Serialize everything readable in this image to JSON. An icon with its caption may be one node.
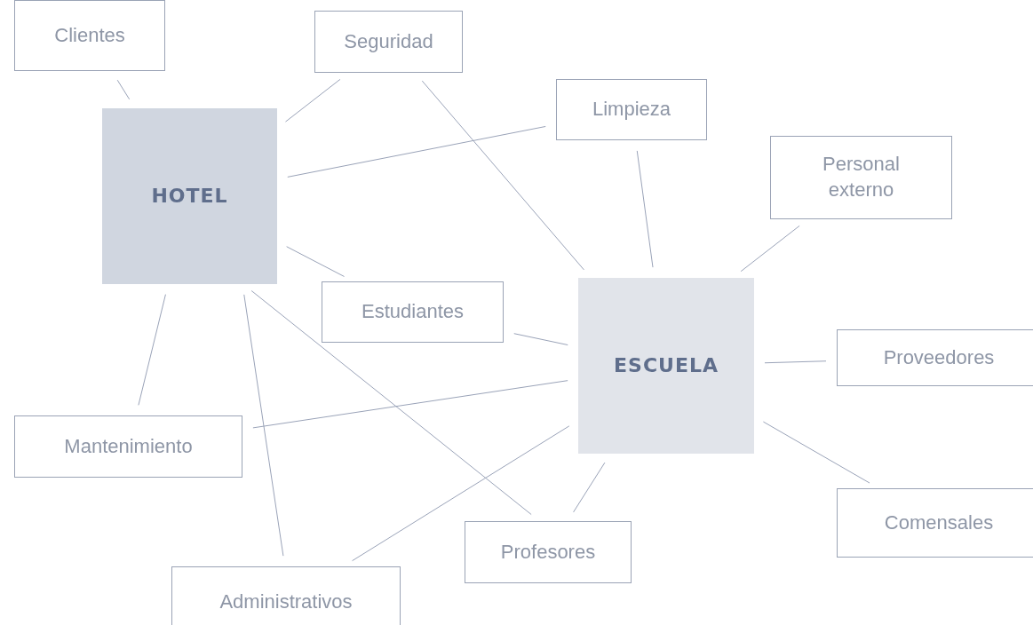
{
  "diagram": {
    "nodes": [
      {
        "text": [
          "Clientes"
        ]
      },
      {
        "text": [
          "Seguridad"
        ]
      },
      {
        "text": [
          "HOTEL"
        ]
      },
      {
        "text": [
          "Limpieza"
        ]
      },
      {
        "text": [
          "Personal externo"
        ]
      },
      {
        "text": [
          "Estudiantes"
        ]
      },
      {
        "text": [
          "ESCUELA"
        ]
      },
      {
        "text": [
          "Proveedores"
        ]
      },
      {
        "text": [
          "Mantenimiento"
        ]
      },
      {
        "text": [
          "Comensales"
        ]
      },
      {
        "text": [
          "Profesores"
        ]
      },
      {
        "text": [
          "Administrativos"
        ]
      }
    ],
    "edges": [
      {
        "from": 0,
        "to": 2,
        "arrow": "none"
      },
      {
        "from": 2,
        "to": 1,
        "arrow": "none"
      },
      {
        "from": 1,
        "to": 6,
        "arrow": "none"
      },
      {
        "from": 2,
        "to": 3,
        "arrow": "none"
      },
      {
        "from": 3,
        "to": 6,
        "arrow": "none"
      },
      {
        "from": 4,
        "to": 6,
        "arrow": "none"
      },
      {
        "from": 2,
        "to": 5,
        "arrow": "none"
      },
      {
        "from": 5,
        "to": 6,
        "arrow": "none"
      },
      {
        "from": 6,
        "to": 7,
        "arrow": "none"
      },
      {
        "from": 2,
        "to": 8,
        "arrow": "none"
      },
      {
        "from": 8,
        "to": 6,
        "arrow": "none"
      },
      {
        "from": 2,
        "to": 10,
        "arrow": "none"
      },
      {
        "from": 2,
        "to": 11,
        "arrow": "none"
      },
      {
        "from": 6,
        "to": 9,
        "arrow": "none"
      },
      {
        "from": 6,
        "to": 10,
        "arrow": "none"
      },
      {
        "from": 6,
        "to": 11,
        "arrow": "none"
      }
    ]
  }
}
